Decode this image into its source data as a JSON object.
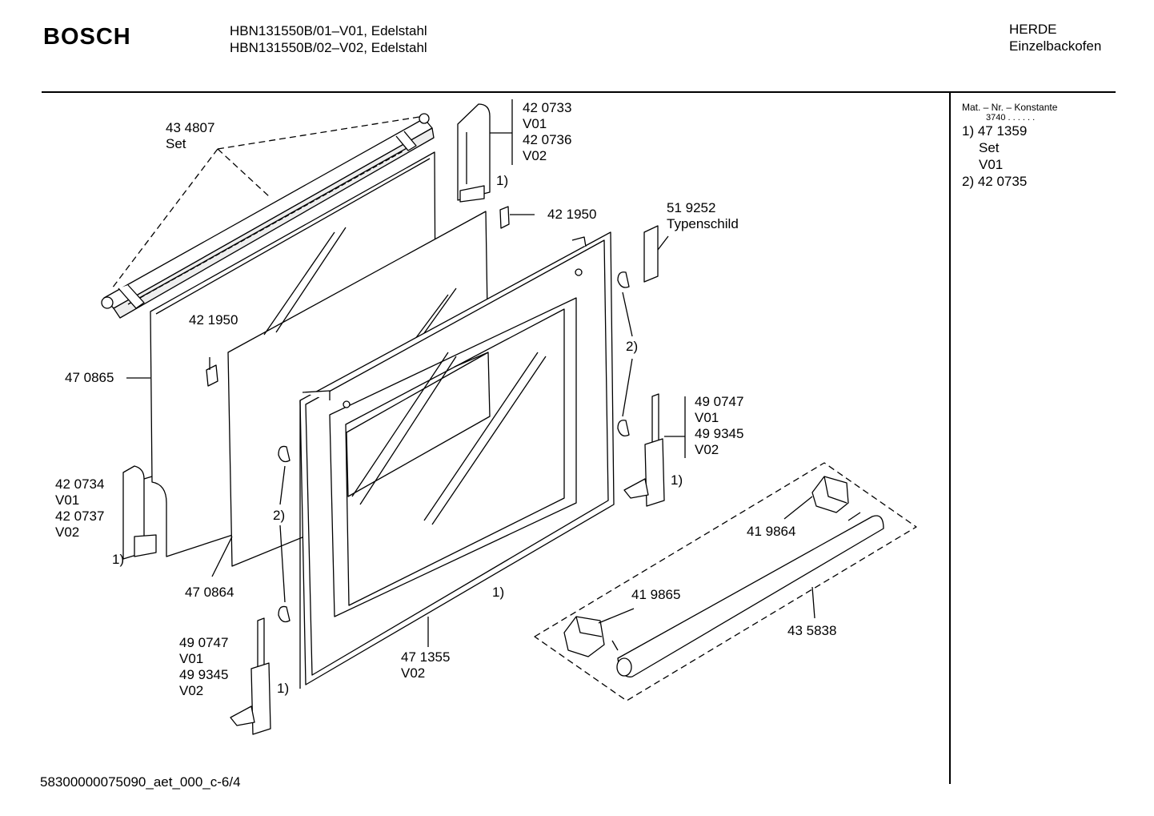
{
  "header": {
    "brand": "BOSCH",
    "model_lines": [
      "HBN131550B/01–V01, Edelstahl",
      "HBN131550B/02–V02, Edelstahl"
    ],
    "category_lines": [
      "HERDE",
      "Einzelbackofen"
    ]
  },
  "sidebar": {
    "heading": "Mat. – Nr. – Konstante",
    "code": "3740 . . . . . .",
    "entries": [
      "1) 47 1359",
      "Set",
      "V01",
      "2) 42 0735"
    ]
  },
  "labels": {
    "set_434807": [
      "43 4807",
      "Set"
    ],
    "hinge_420733": [
      "42 0733",
      "V01",
      "42 0736",
      "V02"
    ],
    "note_top": "1)",
    "clip_top": "42 1950",
    "typenschild": [
      "51 9252",
      "Typenschild"
    ],
    "clip_mid": "42 1950",
    "glass_outer": "47 0865",
    "note_2_right": "2)",
    "hinge_right": [
      "49 0747",
      "V01",
      "49 9345",
      "V02"
    ],
    "note_1_right": "1)",
    "end_cap_420734": [
      "42 0734",
      "V01",
      "42 0737",
      "V02"
    ],
    "note_1_left": "1)",
    "note_2_left": "2)",
    "glass_inner": "47 0864",
    "handle_cap_top": "41 9864",
    "handle_cap_bottom": "41 9865",
    "note_1_door": "1)",
    "door_front": [
      "47 1355",
      "V02"
    ],
    "handle_bar": "43 5838",
    "hinge_left": [
      "49 0747",
      "V01",
      "49 9345",
      "V02"
    ],
    "note_1_bottom": "1)"
  },
  "footer": "58300000075090_aet_000_c-6/4"
}
